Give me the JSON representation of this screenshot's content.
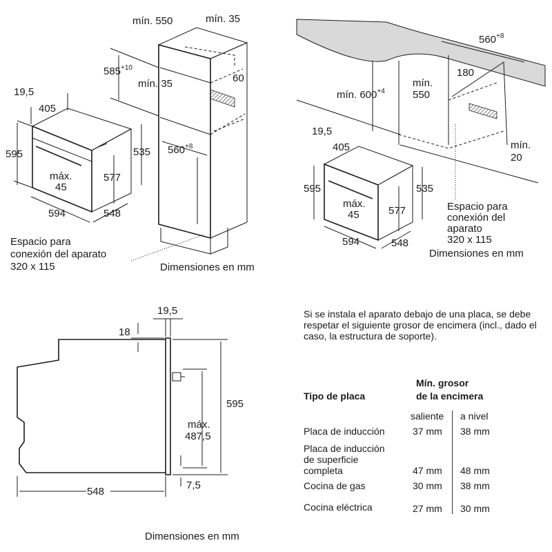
{
  "top_left": {
    "dims": {
      "min_550": "mín. 550",
      "min_35_top": "mín. 35",
      "h_585": "585",
      "h_585_tol": "+10",
      "min_35_mid": "mín. 35",
      "d_60": "60",
      "w_560": "560",
      "w_560_tol": "+8",
      "d_19_5": "19,5",
      "d_405": "405",
      "h_595": "595",
      "h_535": "535",
      "h_577": "577",
      "max_label": "máx.",
      "max_45": "45",
      "w_594": "594",
      "d_548": "548"
    },
    "connection_note": [
      "Espacio para",
      "conexión del aparato",
      "320 x 115"
    ],
    "units_note": "Dimensiones en mm"
  },
  "top_right": {
    "dims": {
      "w_560": "560",
      "w_560_tol": "+8",
      "min_600_label": "mín. 600",
      "min_600_tol": "+4",
      "min_550": [
        "mín.",
        "550"
      ],
      "d_180": "180",
      "min_20": [
        "mín.",
        "20"
      ],
      "d_19_5": "19,5",
      "d_405": "405",
      "h_595": "595",
      "h_535": "535",
      "h_577": "577",
      "max_label": "máx.",
      "max_45": "45",
      "w_594": "594",
      "d_548": "548"
    },
    "connection_note": [
      "Espacio para",
      "conexión del",
      "aparato",
      "320 x 115"
    ],
    "units_note": "Dimensiones en mm"
  },
  "bottom_left": {
    "dims": {
      "d_19_5": "19,5",
      "d_18": "18",
      "h_595": "595",
      "max_label": "máx.",
      "max_487_5": "487,5",
      "d_548": "548",
      "d_7_5": "7,5"
    },
    "units_note": "Dimensiones en mm"
  },
  "worktop_info": {
    "note": "Si se instala el aparato debajo de una placa, se debe respetar el siguiente grosor de encimera (incl., dado el caso, la estructura de soporte).",
    "header_type": "Tipo de placa",
    "header_min": [
      "Mín. grosor",
      "de la encimera"
    ],
    "sub_headers": [
      "saliente",
      "a nivel"
    ],
    "rows": [
      {
        "type": [
          "Placa de inducción"
        ],
        "saliente": "37 mm",
        "nivel": "38 mm"
      },
      {
        "type": [
          "Placa de inducción",
          "de superficie",
          "completa"
        ],
        "saliente": "47 mm",
        "nivel": "48 mm"
      },
      {
        "type": [
          "Cocina de gas"
        ],
        "saliente": "30 mm",
        "nivel": "38 mm"
      },
      {
        "type": [
          "Cocina eléctrica"
        ],
        "saliente": "27 mm",
        "nivel": "30 mm"
      }
    ]
  },
  "colors": {
    "line": "#1a1a1a",
    "worktop": "#d9d9d9",
    "hatch": "#555555"
  }
}
